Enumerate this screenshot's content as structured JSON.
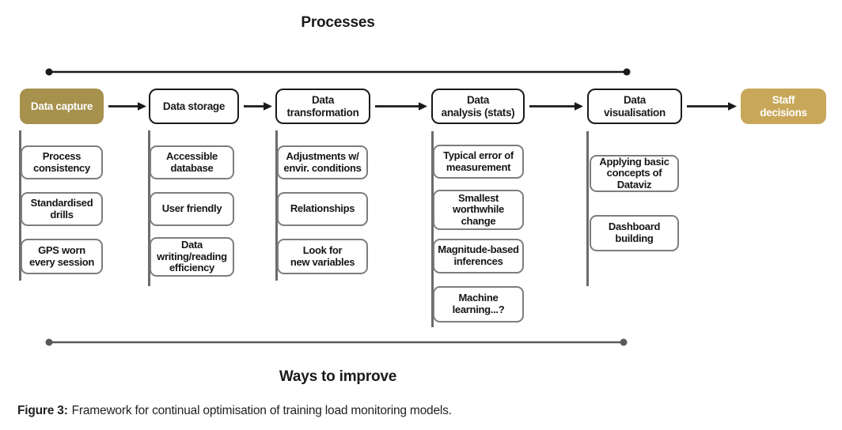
{
  "title": "Processes",
  "bottom_label": "Ways to improve",
  "caption": {
    "prefix": "Figure 3:",
    "text": "Framework for continual optimisation of training load monitoring models."
  },
  "colors": {
    "first_node_fill": "#a6914d",
    "last_node_fill": "#c9a75a",
    "node_outline": "#1a1a1a",
    "sub_item_border": "#7d7d7d",
    "column_line": "#6b6b6b",
    "top_timeline": "#1a1a1a",
    "bottom_timeline": "#595959"
  },
  "nodes": [
    {
      "id": "data-capture",
      "label": "Data capture"
    },
    {
      "id": "data-storage",
      "label": "Data storage"
    },
    {
      "id": "data-transformation",
      "label": "Data\ntransformation"
    },
    {
      "id": "data-analysis",
      "label": "Data\nanalysis (stats)"
    },
    {
      "id": "data-visualisation",
      "label": "Data\nvisualisation"
    },
    {
      "id": "staff-decisions",
      "label": "Staff\ndecisions"
    }
  ],
  "improvement": {
    "data_capture": [
      "Process\nconsistency",
      "Standardised\ndrills",
      "GPS worn\nevery session"
    ],
    "data_storage": [
      "Accessible\ndatabase",
      "User friendly",
      "Data\nwriting/reading\nefficiency"
    ],
    "data_transformation": [
      "Adjustments w/\nenvir. conditions",
      "Relationships",
      "Look for\nnew variables"
    ],
    "data_analysis": [
      "Typical error of\nmeasurement",
      "Smallest\nworthwhile\nchange",
      "Magnitude-based\ninferences",
      "Machine\nlearning...?"
    ],
    "data_visualisation": [
      "Applying basic\nconcepts of\nDataviz",
      "Dashboard\nbuilding"
    ]
  }
}
